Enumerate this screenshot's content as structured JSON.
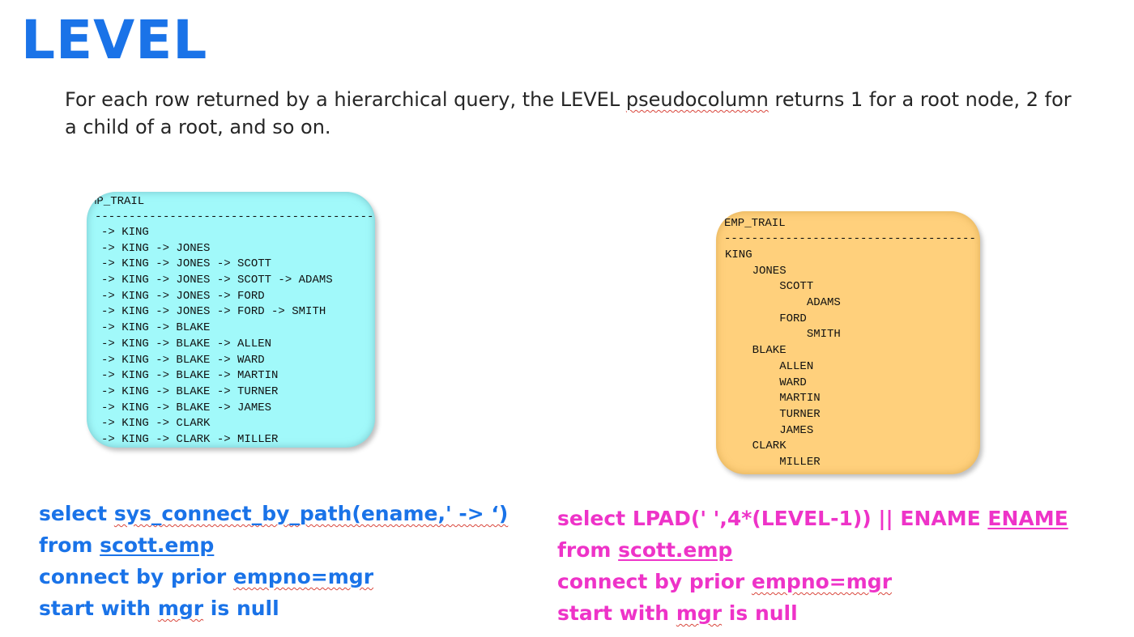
{
  "slide": {
    "title": "LEVEL",
    "description_line1": "For each row returned by a hierarchical query, the LEVEL",
    "description_term": "pseudocolumn",
    "description_line1_end": "returns 1 for a root node, 2 for",
    "description_line2": "a child of a root, and so on."
  },
  "left_panel": {
    "header": "MP_TRAIL",
    "rule": "------------------------------------------",
    "rows": [
      "-> KING",
      "-> KING -> JONES",
      "-> KING -> JONES -> SCOTT",
      "-> KING -> JONES -> SCOTT -> ADAMS",
      "-> KING -> JONES -> FORD",
      "-> KING -> JONES -> FORD -> SMITH",
      "-> KING -> BLAKE",
      "-> KING -> BLAKE -> ALLEN",
      "-> KING -> BLAKE -> WARD",
      "-> KING -> BLAKE -> MARTIN",
      "-> KING -> BLAKE -> TURNER",
      "-> KING -> BLAKE -> JAMES",
      "-> KING -> CLARK",
      "-> KING -> CLARK -> MILLER"
    ],
    "bg_color": "#a1f9fa"
  },
  "right_panel": {
    "header": "EMP_TRAIL",
    "rule": "-------------------------------------",
    "rows": [
      "KING",
      "    JONES",
      "        SCOTT",
      "            ADAMS",
      "        FORD",
      "            SMITH",
      "    BLAKE",
      "        ALLEN",
      "        WARD",
      "        MARTIN",
      "        TURNER",
      "        JAMES",
      "    CLARK",
      "        MILLER"
    ],
    "bg_color": "#ffd07c"
  },
  "left_code": {
    "line1_pre": "select ",
    "line1_fn": "sys_connect_by_path(ename,' -> ‘)",
    "line2_pre": "from ",
    "line2_obj": "scott.emp",
    "line3_pre": "connect by prior ",
    "line3_expr": "empno=mgr",
    "line4_pre": "start with ",
    "line4_col": "mgr",
    "line4_post": " is null",
    "color": "#1a73e8"
  },
  "right_code": {
    "line1_pre": "select LPAD(' ',4*(LEVEL-1)) || ENAME ",
    "line1_alias": "ENAME",
    "line2_pre": "from ",
    "line2_obj": "scott.emp",
    "line3_pre": "connect by prior ",
    "line3_expr": "empno=mgr",
    "line4_pre": "start with ",
    "line4_col": "mgr",
    "line4_post": " is null",
    "color": "#ee33c8"
  }
}
